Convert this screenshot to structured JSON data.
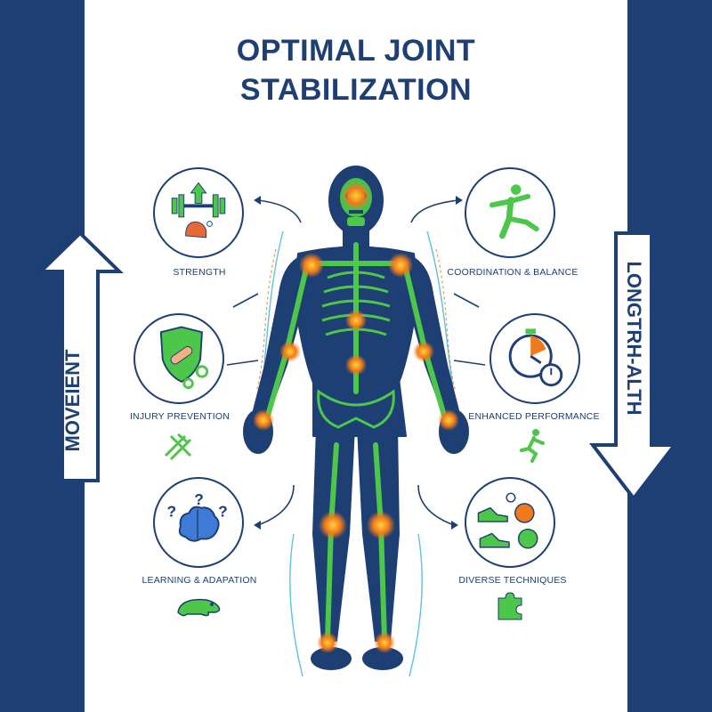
{
  "title": {
    "line1": "OPTIMAL JOINT",
    "line2": "STABILIZATION"
  },
  "side_labels": {
    "left": "MOVEIENT",
    "right": "LONGTRH-ALTH"
  },
  "benefits": [
    {
      "label": "STRENGTH",
      "icon": "barbell-flexed-arm-icon"
    },
    {
      "label": "COORDINATION & BALANCE",
      "icon": "balancing-figure-icon"
    },
    {
      "label": "INJURY PREVENTION",
      "icon": "shield-bandage-icon"
    },
    {
      "label": "ENHANCED PERFORMANCE",
      "icon": "stopwatch-clock-icon"
    },
    {
      "label": "LEARNING & ADAPATION",
      "icon": "brain-question-icon"
    },
    {
      "label": "DIVERSE TECHNIQUES",
      "icon": "sneakers-balls-icon"
    }
  ],
  "colors": {
    "navy": "#1d3f73",
    "green": "#4cc74a",
    "orange": "#f07a1a",
    "cyan": "#3fb8d8",
    "white": "#ffffff"
  }
}
